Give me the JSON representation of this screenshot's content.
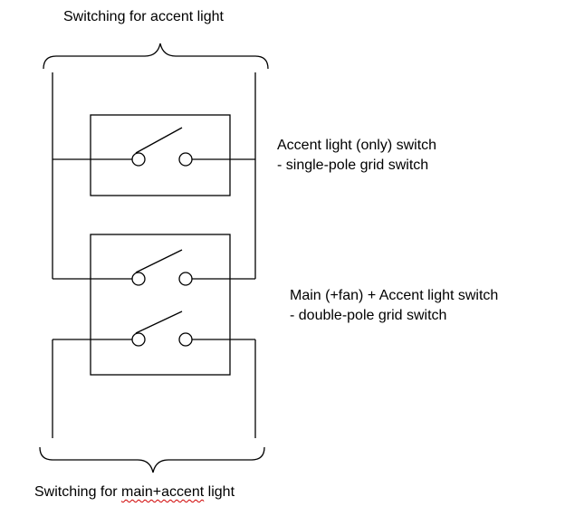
{
  "labels": {
    "top": "Switching for accent light",
    "bottom_prefix": "Switching for ",
    "bottom_flagged": "main+accent",
    "bottom_suffix": " light"
  },
  "switches": {
    "accent_only": {
      "title": "Accent light (only) switch",
      "subtitle": "- single-pole grid switch"
    },
    "main_accent": {
      "title": "Main (+fan) + Accent light switch",
      "subtitle": "- double-pole grid switch"
    }
  },
  "colors": {
    "line": "#000000",
    "background": "#ffffff",
    "spellcheck_underline": "#d00000"
  }
}
